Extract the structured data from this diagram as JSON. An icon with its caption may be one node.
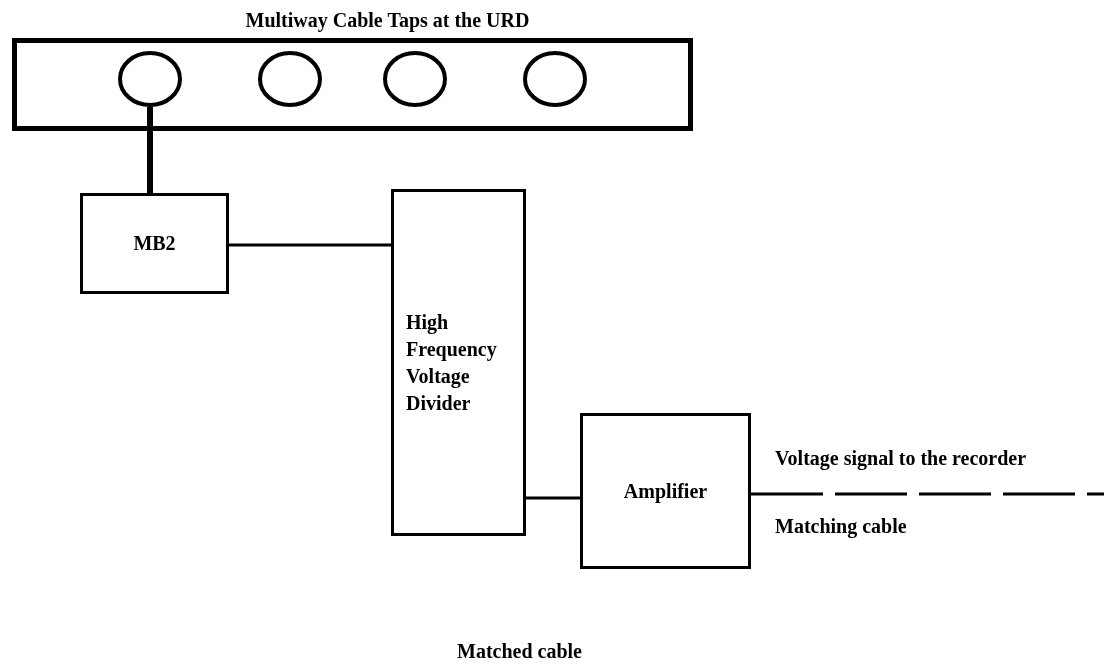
{
  "diagram": {
    "nodes": [
      {
        "text": [
          "Multiway Cable Taps at the URD"
        ]
      },
      {
        "text": [],
        "shape": "circle",
        "in": 0
      },
      {
        "text": [],
        "shape": "circle",
        "in": 0
      },
      {
        "text": [],
        "shape": "circle",
        "in": 0
      },
      {
        "text": [],
        "shape": "circle",
        "in": 0
      },
      {
        "text": [
          "MB2"
        ]
      },
      {
        "text": [
          "High Frequency Voltage Divider"
        ]
      },
      {
        "text": [
          "Amplifier"
        ]
      }
    ],
    "edges": [
      {
        "from": 1,
        "to": 5,
        "arrow": "none",
        "style": "thick"
      },
      {
        "from": 5,
        "to": 6,
        "arrow": "none"
      },
      {
        "from": 6,
        "to": 7,
        "arrow": "none"
      },
      {
        "from": 7,
        "to": null,
        "arrow": "none",
        "style": "dashed"
      }
    ],
    "labels": [
      "Voltage signal to the recorder",
      "Matching cable",
      "Matched cable"
    ]
  }
}
